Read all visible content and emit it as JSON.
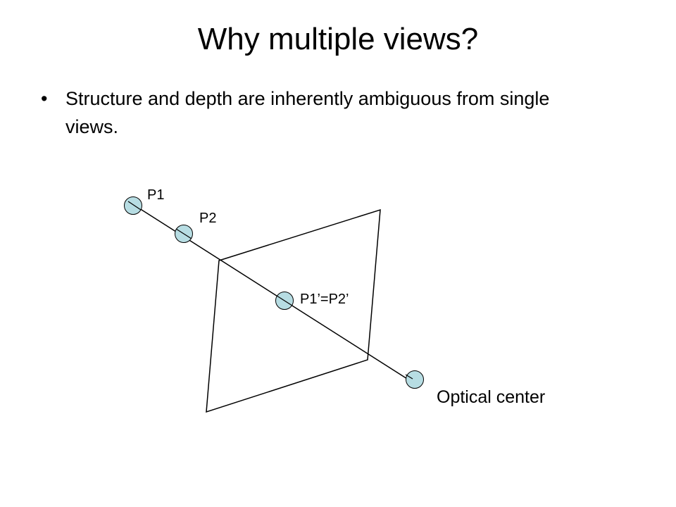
{
  "slide": {
    "title": "Why multiple views?",
    "bullets": [
      {
        "marker": "•",
        "text": "Structure and depth are inherently ambiguous from single views."
      }
    ]
  },
  "diagram": {
    "point_fill": "#b7dde3",
    "line_color": "#000000",
    "labels": {
      "p1": "P1",
      "p2": "P2",
      "projection": "P1’=P2’",
      "optical_center": "Optical center"
    }
  }
}
